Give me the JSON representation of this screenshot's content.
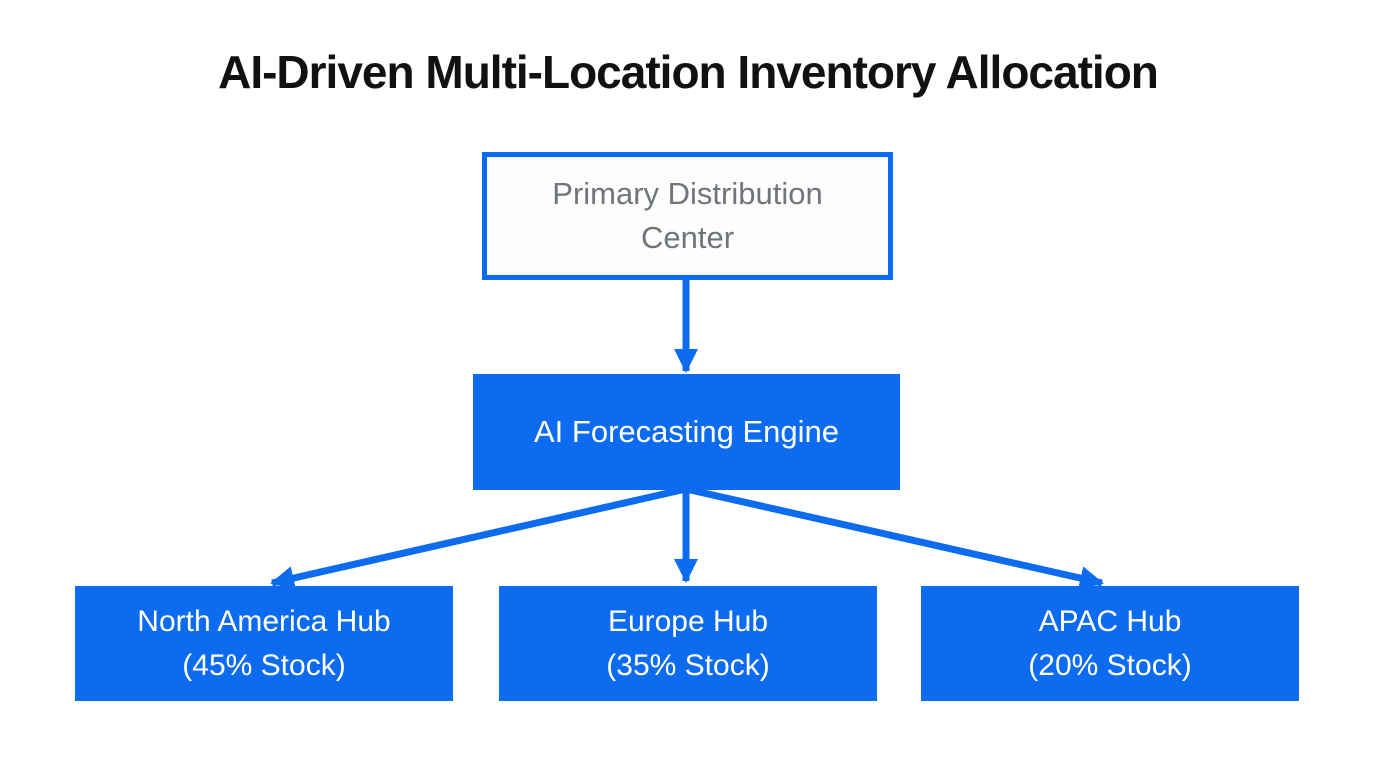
{
  "page": {
    "title": "AI-Driven Multi-Location Inventory Allocation"
  },
  "colors": {
    "accent_blue": "#0d6bf0",
    "box_text_gray": "#6f757b",
    "title_black": "#111111",
    "background": "#ffffff"
  },
  "diagram": {
    "root_node": {
      "line1": "Primary Distribution",
      "line2": "Center"
    },
    "engine_node": {
      "label": "AI Forecasting Engine"
    },
    "hub_nodes": [
      {
        "line1": "North America Hub",
        "line2": "(45% Stock)",
        "allocation_percent": 45
      },
      {
        "line1": "Europe Hub",
        "line2": "(35% Stock)",
        "allocation_percent": 35
      },
      {
        "line1": "APAC Hub",
        "line2": "(20% Stock)",
        "allocation_percent": 20
      }
    ]
  }
}
